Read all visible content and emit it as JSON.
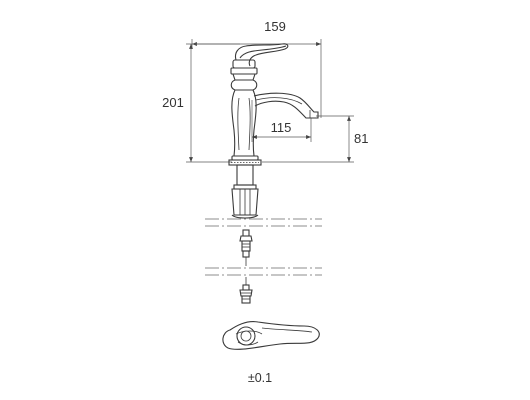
{
  "dimensions": {
    "overall_width": "159",
    "overall_height": "201",
    "spout_reach": "115",
    "spout_height": "81"
  },
  "tolerance": "±0.1"
}
